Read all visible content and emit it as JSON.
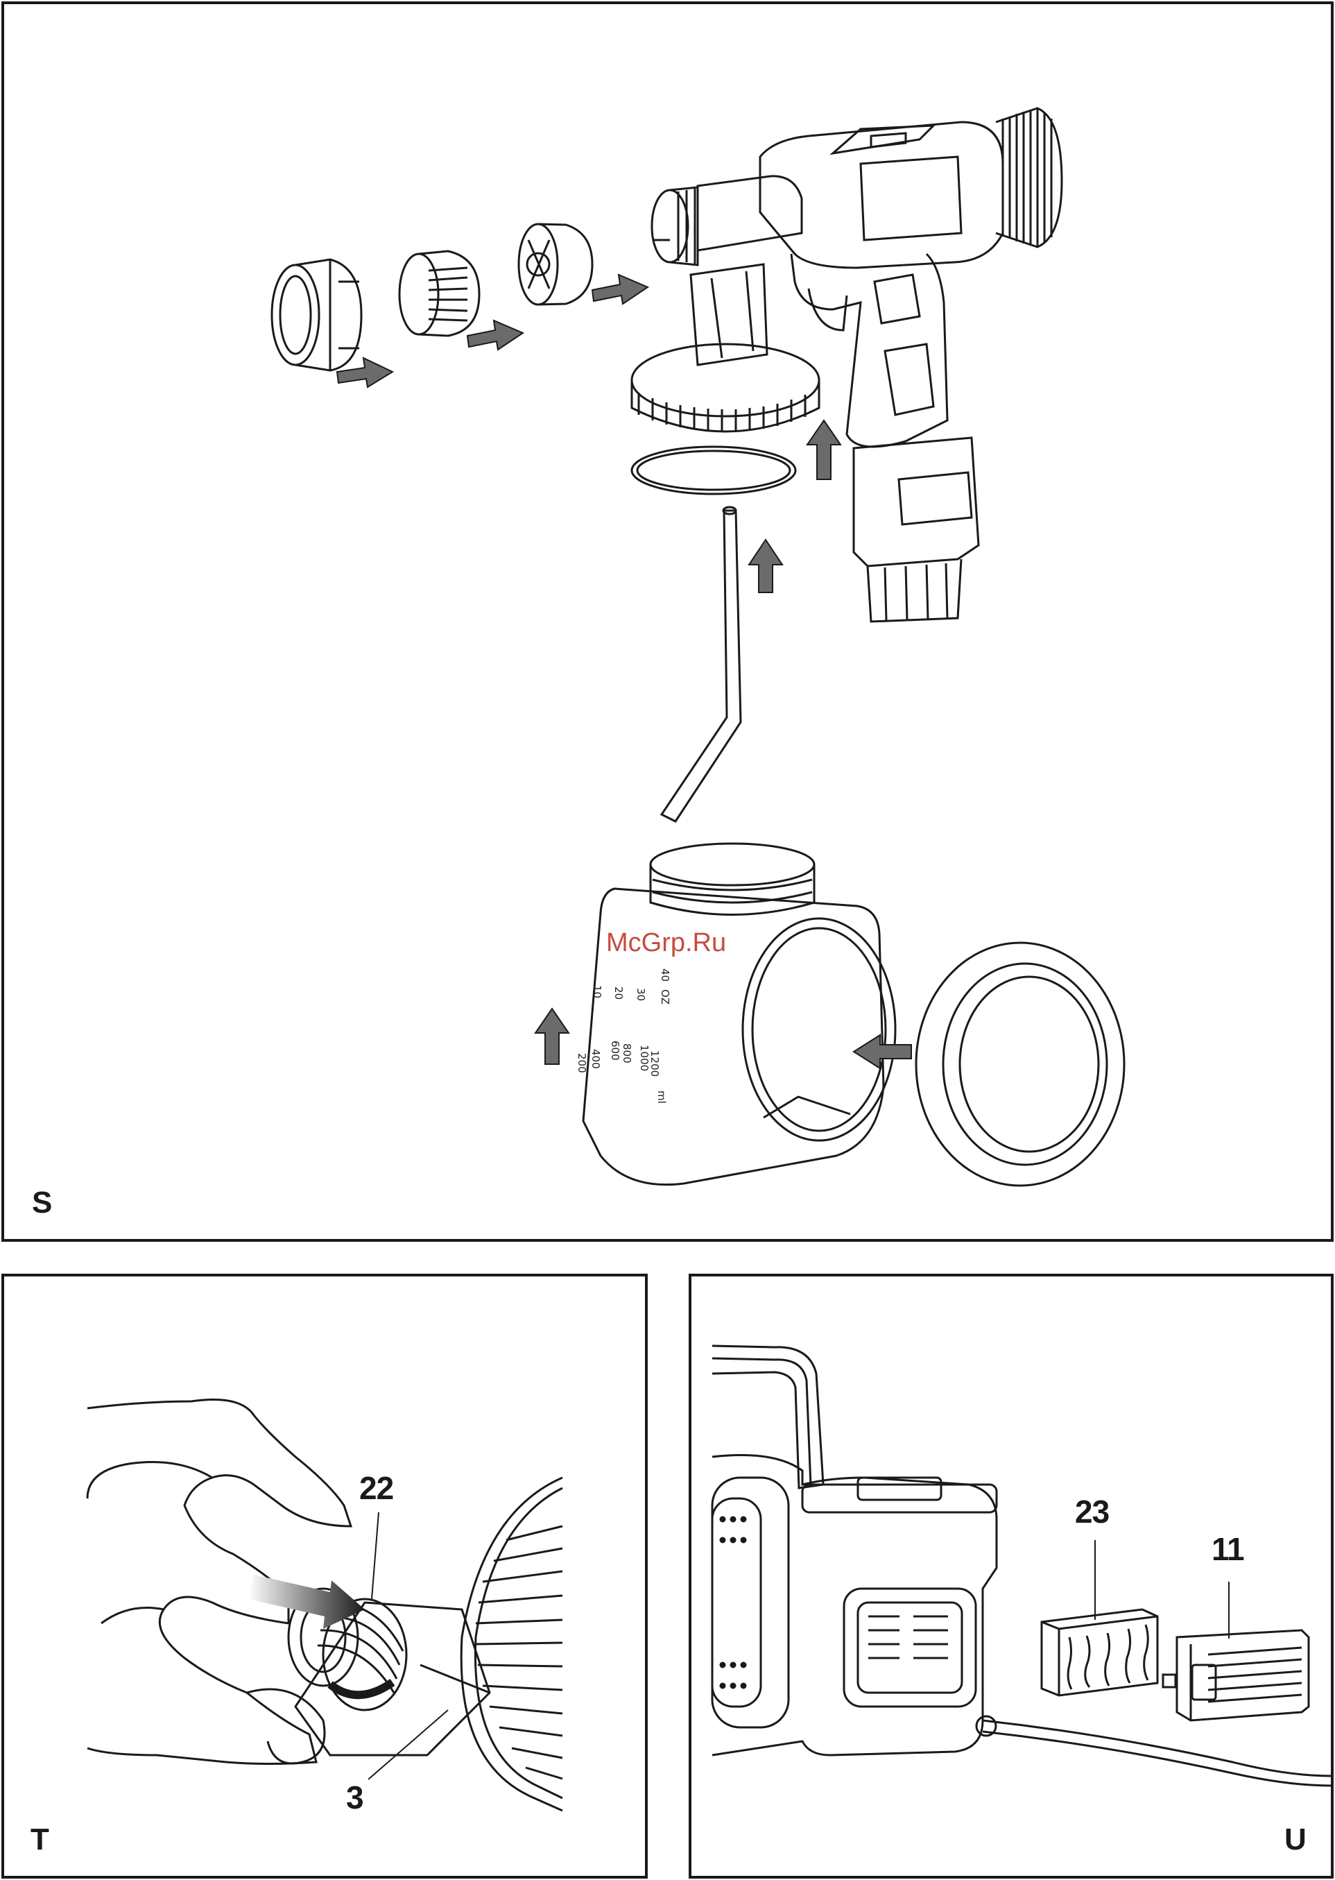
{
  "panels": {
    "s": {
      "letter": "S"
    },
    "t": {
      "letter": "T",
      "callouts": {
        "c22": "22",
        "c3": "3"
      }
    },
    "u": {
      "letter": "U",
      "callouts": {
        "c23": "23",
        "c11": "11"
      }
    }
  },
  "watermark": "McGrp.Ru",
  "container_scale": {
    "oz_label": "OZ",
    "ml_label": "ml",
    "oz_marks": [
      "40",
      "30",
      "20",
      "10"
    ],
    "ml_marks": [
      "1200",
      "1000",
      "800",
      "600",
      "400",
      "200"
    ]
  },
  "colors": {
    "line": "#1a1a1a",
    "arrow": "#6b6b6b",
    "watermark": "#c0392b"
  }
}
